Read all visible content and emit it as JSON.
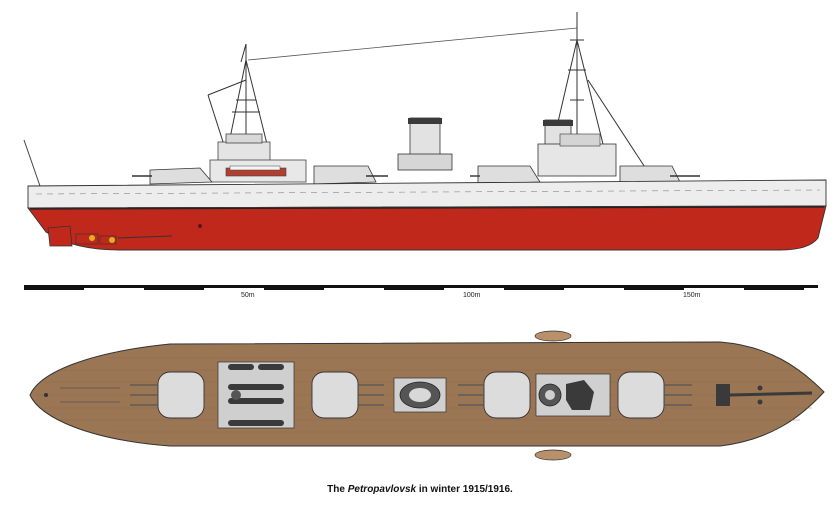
{
  "scale": {
    "unit": "m",
    "labels": [
      "50m",
      "100m",
      "150m"
    ]
  },
  "caption": {
    "lead": "The ",
    "ship_name": "Petropavlovsk",
    "tail": " in winter 1915/1916."
  },
  "colors": {
    "hull_red": "#c0281c",
    "hull_grey": "#ededed",
    "deck_wood": "#9b7654",
    "turret_grey": "#dcdcdc",
    "dark_metal": "#3a3a3a",
    "outline": "#333333"
  }
}
